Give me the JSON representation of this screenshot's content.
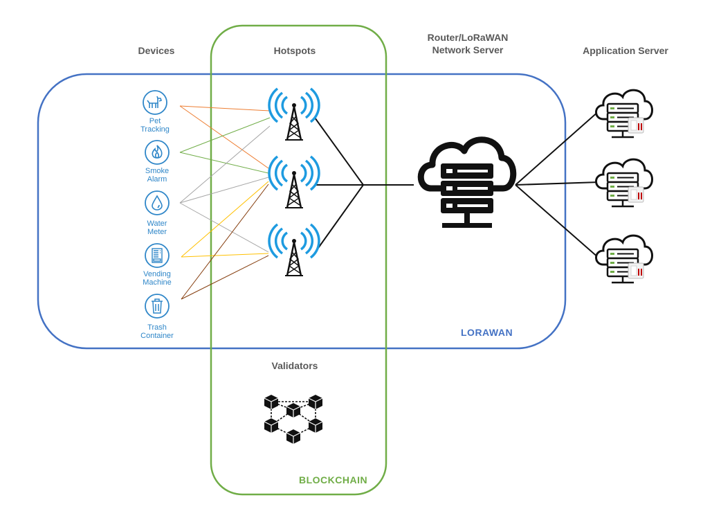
{
  "headers": {
    "devices": "Devices",
    "hotspots": "Hotspots",
    "router_line1": "Router/LoRaWAN",
    "router_line2": "Network Server",
    "application": "Application Server",
    "validators": "Validators"
  },
  "regions": {
    "lorawan": "LORAWAN",
    "blockchain": "BLOCKCHAIN"
  },
  "devices": [
    {
      "line1": "Pet",
      "line2": "Tracking",
      "icon": "dog-icon"
    },
    {
      "line1": "Smoke",
      "line2": "Alarm",
      "icon": "flame-icon"
    },
    {
      "line1": "Water",
      "line2": "Meter",
      "icon": "water-drop-icon"
    },
    {
      "line1": "Vending",
      "line2": "Machine",
      "icon": "vending-machine-icon"
    },
    {
      "line1": "Trash",
      "line2": "Container",
      "icon": "trash-can-icon"
    }
  ],
  "colors": {
    "lorawan": "#4472c4",
    "blockchain": "#70ad47",
    "device_icon": "#2e86c8",
    "antenna_waves": "#1e9be0",
    "link_orange": "#ed7d31",
    "link_green": "#70ad47",
    "link_gray": "#a5a5a5",
    "link_yellow": "#ffc000",
    "link_brown": "#843c0c"
  }
}
